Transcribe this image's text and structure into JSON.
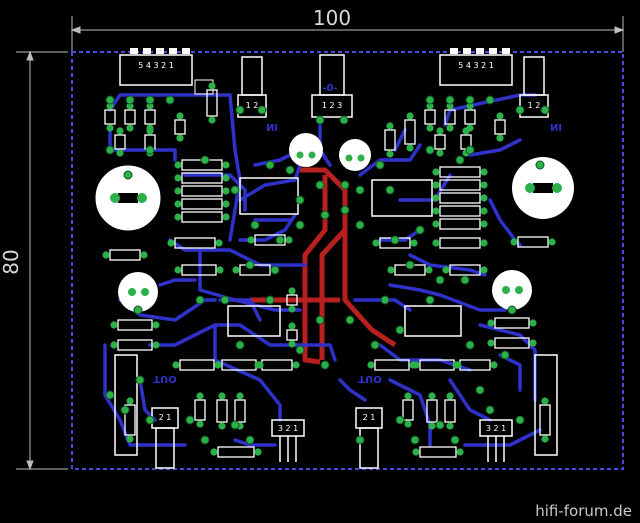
{
  "board": {
    "width_label": "100",
    "height_label": "80"
  },
  "connectors": {
    "top_left_pins": "5 4 3 2 1",
    "top_right_pins": "5 4 3 2 1",
    "pot_pins_left": "1 2",
    "pot_pins_center": "1 2 3",
    "pot_pins_right": "1 2",
    "out_pins": "3 2 1",
    "out_pins_right": "3 2 1",
    "small_21_left": "2 1",
    "small_21_right": "2 1"
  },
  "labels": {
    "in_left": "IN",
    "in_right": "IN",
    "out_left": "OUT",
    "out_right": "OUT",
    "pot_center_mark": "-0-"
  },
  "watermark": "hifi-forum.de",
  "colors": {
    "background": "#000000",
    "trace_blue": "#2e32c8",
    "trace_red": "#b81f1f",
    "pad_green": "#2bb04a",
    "silk_white": "#ffffff",
    "outline_dash": "#4a4ae0"
  }
}
